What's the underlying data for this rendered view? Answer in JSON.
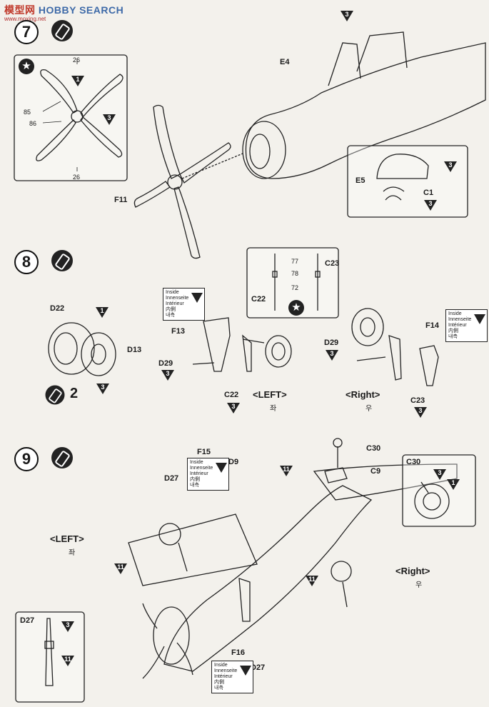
{
  "watermark": {
    "cn": "模型网",
    "en": "HOBBY SEARCH",
    "url": "www.moxing.net"
  },
  "steps": {
    "s7": {
      "number": "7",
      "inset_dims": [
        "26",
        "26",
        "85",
        "86"
      ],
      "labels": {
        "e4": "E4",
        "f11": "F11",
        "e5": "E5",
        "c1": "C1"
      },
      "colors": {
        "c_prop": "1",
        "c_hub": "3",
        "c_canopy": "3",
        "c_e5": "3",
        "c_c1": "3"
      }
    },
    "s8": {
      "number": "8",
      "labels": {
        "d22": "D22",
        "d13": "D13",
        "f13": "F13",
        "d29a": "D29",
        "c22a": "C22",
        "d29b": "D29",
        "f14": "F14",
        "c23a": "C23",
        "c22b": "C22",
        "c23b": "C23"
      },
      "inset_nums": [
        "77",
        "78",
        "72"
      ],
      "double": "2",
      "left": "<LEFT>",
      "left_ko": "좌",
      "right": "<Right>",
      "right_ko": "우",
      "colors": {
        "c_d22": "1",
        "c_d13": "3",
        "c_d29a": "3",
        "c_c22": "3",
        "c_d29b": "3",
        "c_c23": "3"
      },
      "inside_note": {
        "l1": "Inside",
        "l2": "Innenseite",
        "l3": "Intérieur",
        "l4": "内側",
        "l5": "내측",
        "color": "11"
      }
    },
    "s9": {
      "number": "9",
      "labels": {
        "f15": "F15",
        "d9": "D9",
        "d27a": "D27",
        "c30a": "C30",
        "c9": "C9",
        "c30b": "C30",
        "d27b": "D27",
        "f16": "F16",
        "d27c": "D27"
      },
      "left": "<LEFT>",
      "left_ko": "좌",
      "right": "<Right>",
      "right_ko": "우",
      "colors": {
        "c_c9": "11",
        "c_left": "11",
        "c_right": "11",
        "c_c30a": "3",
        "c_c30b": "1",
        "c_d27a": "3",
        "c_d27b": "11"
      }
    }
  }
}
